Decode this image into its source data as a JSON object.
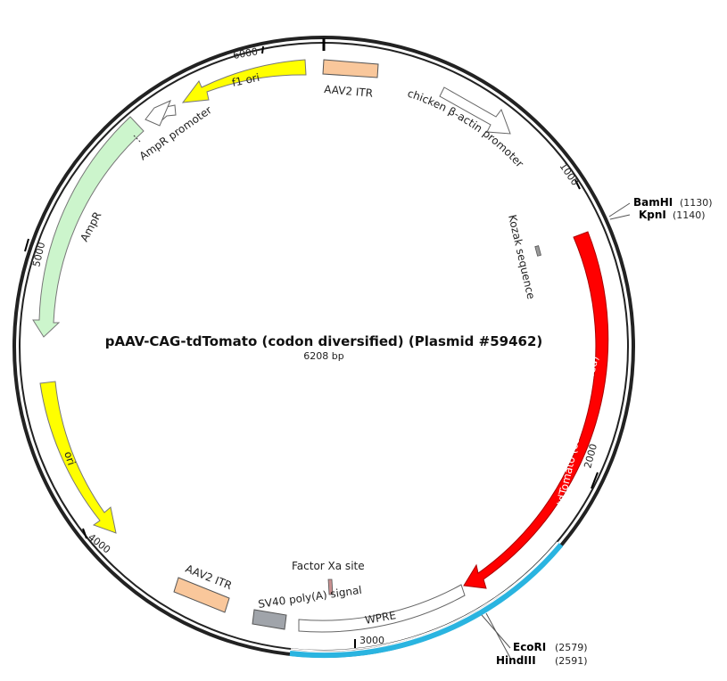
{
  "plasmid": {
    "title": "pAAV-CAG-tdTomato (codon diversified)  (Plasmid #59462)",
    "size_label": "6208 bp",
    "length": 6208
  },
  "ticks": [
    "1000",
    "2000",
    "3000",
    "4000",
    "5000",
    "6000"
  ],
  "sites": [
    {
      "name": "BamHI",
      "pos": "(1130)"
    },
    {
      "name": "KpnI",
      "pos": "(1140)"
    },
    {
      "name": "EcoRI",
      "pos": "(2579)"
    },
    {
      "name": "HindIII",
      "pos": "(2591)"
    }
  ],
  "features": {
    "aav2_itr_top": "AAV2 ITR",
    "chicken_promoter": "chicken β-actin promoter",
    "kozak": "Kozak sequence",
    "tdtomato": "tdTomato (codon diversified)",
    "wpre": "WPRE",
    "factor_xa": "Factor Xa site",
    "sv40": "SV40 poly(A) signal",
    "aav2_itr_bottom": "AAV2 ITR",
    "ori": "ori",
    "ampr": "AmpR",
    "ampr_promoter": "AmpR promoter",
    "f1_ori": "f1 ori"
  },
  "colors": {
    "backbone": "#222222",
    "tdtomato": "#ff0000",
    "wpre_region": "#2ab4e0",
    "itr": "#f9c79b",
    "ori": "#ffff00",
    "ampr": "#ccf5cc",
    "sv40": "#a0a4aa",
    "kozak": "#999999",
    "factor_xa": "#c89090"
  }
}
